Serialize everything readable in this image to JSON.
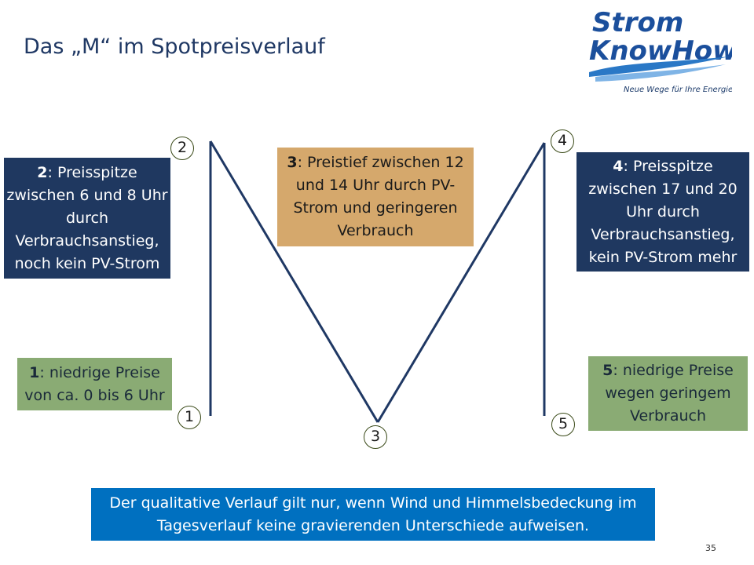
{
  "slide": {
    "title": "Das „M“ im Spotpreisverlauf",
    "page_number": "35"
  },
  "logo": {
    "line1": "Strom",
    "line2": "KnowHow",
    "tagline": "Neue Wege für Ihre Energie",
    "colors": {
      "text": "#1b4f9c",
      "wave": "#2a78c6",
      "sun": "#f5b400"
    }
  },
  "points": [
    {
      "number": "1"
    },
    {
      "number": "2"
    },
    {
      "number": "3"
    },
    {
      "number": "4"
    },
    {
      "number": "5"
    }
  ],
  "boxes": {
    "box2": {
      "num": "2",
      "text": ": Preisspitze zwischen 6 und 8 Uhr durch Verbrauchsanstieg, noch kein PV-Strom"
    },
    "box3": {
      "num": "3",
      "text": ": Preistief zwischen 12 und 14 Uhr durch PV-Strom und geringeren Verbrauch"
    },
    "box4": {
      "num": "4",
      "text": ": Preisspitze zwischen 17 und 20 Uhr durch Verbrauchsanstieg, kein PV-Strom mehr"
    },
    "box1": {
      "num": "1",
      "text": ": niedrige Preise von ca. 0 bis 6 Uhr"
    },
    "box5": {
      "num": "5",
      "text": ": niedrige Preise wegen geringem Verbrauch"
    }
  },
  "note": "Der qualitative Verlauf gilt nur, wenn Wind und Himmelsbedeckung im Tagesverlauf keine gravierenden Unterschiede aufweisen.",
  "colors": {
    "navy": "#1f3860",
    "tan": "#d5a86c",
    "green": "#8aab74",
    "blue": "#0070c0",
    "line": "#1f3864"
  }
}
